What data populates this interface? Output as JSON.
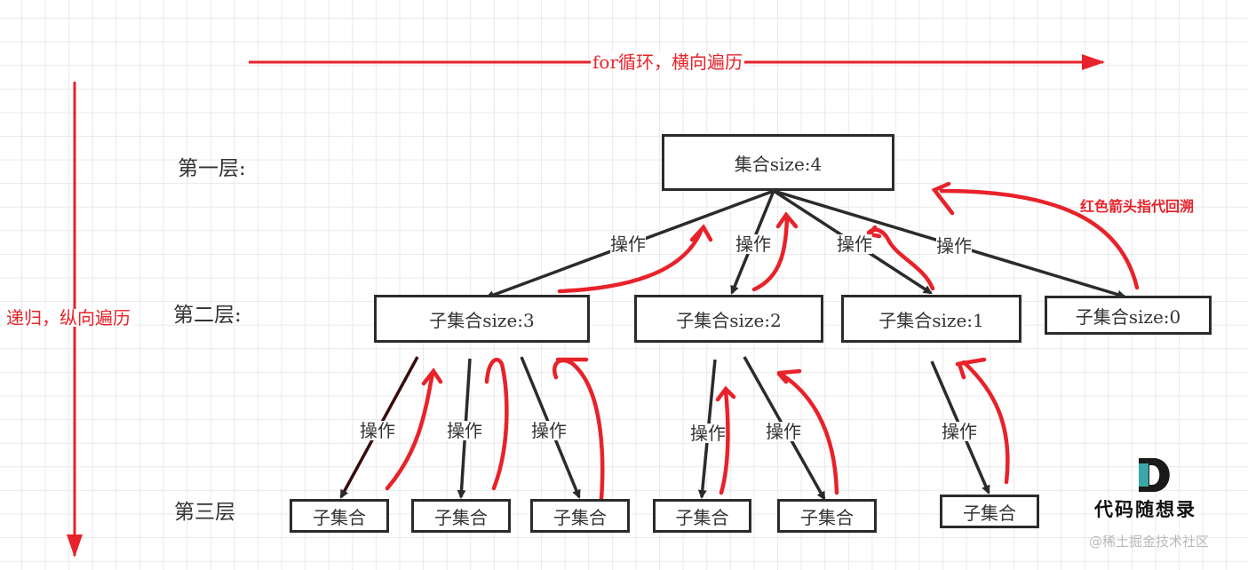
{
  "diagram": {
    "axes": {
      "horizontal_label": "for循环，横向遍历",
      "vertical_label": "递归，纵向遍历"
    },
    "levels": [
      "第一层:",
      "第二层:",
      "第三层"
    ],
    "edge_label": "操作",
    "annotation": "红色箭头指代回溯",
    "nodes": {
      "root": "集合size:4",
      "level2": [
        "子集合size:3",
        "子集合size:2",
        "子集合size:1",
        "子集合size:0"
      ],
      "level3": [
        "子集合",
        "子集合",
        "子集合",
        "子集合",
        "子集合",
        "子集合"
      ]
    },
    "colors": {
      "arrow_red": "#e8222a",
      "edge_dark": "#2b2b2b",
      "logo_teal": "#3aa8a8"
    }
  },
  "branding": {
    "logo_letter": "D",
    "name": "代码随想录",
    "watermark": "@稀土掘金技术社区"
  }
}
